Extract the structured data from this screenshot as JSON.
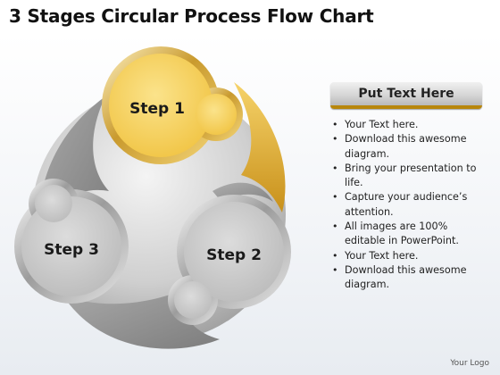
{
  "title": "3 Stages Circular Process Flow Chart",
  "diagram": {
    "steps": [
      {
        "label": "Step 1",
        "color": "#f2c84b"
      },
      {
        "label": "Step 2",
        "color": "#c9c9c9"
      },
      {
        "label": "Step 3",
        "color": "#c9c9c9"
      }
    ],
    "accent_color": "#e0a92a"
  },
  "panel": {
    "heading": "Put Text Here",
    "bullets": [
      "Your Text here.",
      "Download this awesome diagram.",
      "Bring your presentation to life.",
      "Capture your audience’s attention.",
      "All images are 100% editable in PowerPoint.",
      "Your Text here.",
      "Download this awesome diagram."
    ]
  },
  "footer": {
    "logo_text": "Your Logo"
  }
}
